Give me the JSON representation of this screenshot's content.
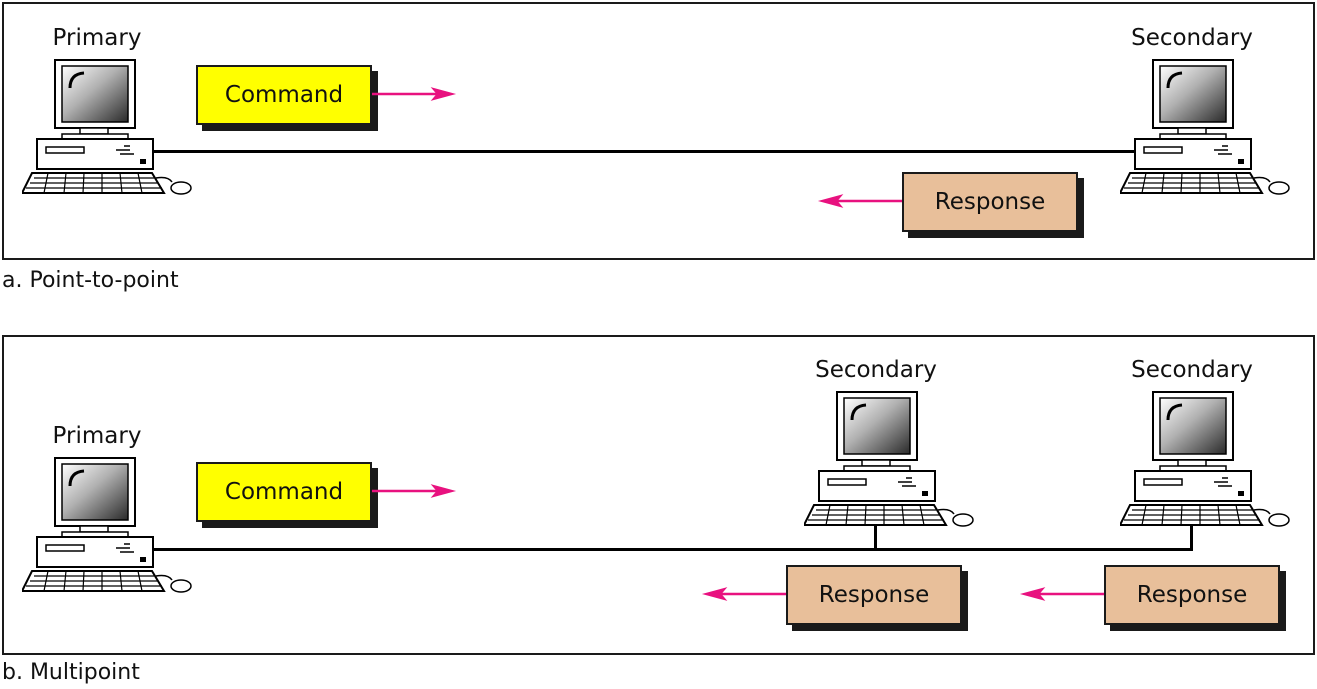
{
  "panel_a": {
    "caption": "a. Point-to-point",
    "primary_label": "Primary",
    "secondary_label": "Secondary",
    "command_label": "Command",
    "response_label": "Response"
  },
  "panel_b": {
    "caption": "b. Multipoint",
    "primary_label": "Primary",
    "secondary_1_label": "Secondary",
    "secondary_2_label": "Secondary",
    "command_label": "Command",
    "response_1_label": "Response",
    "response_2_label": "Response"
  },
  "colors": {
    "command_box": "#ffff00",
    "response_box": "#e8bf9a",
    "arrow": "#e8117f",
    "line": "#000000"
  },
  "icons": {
    "station": "computer-icon",
    "arrow": "arrow-icon"
  }
}
